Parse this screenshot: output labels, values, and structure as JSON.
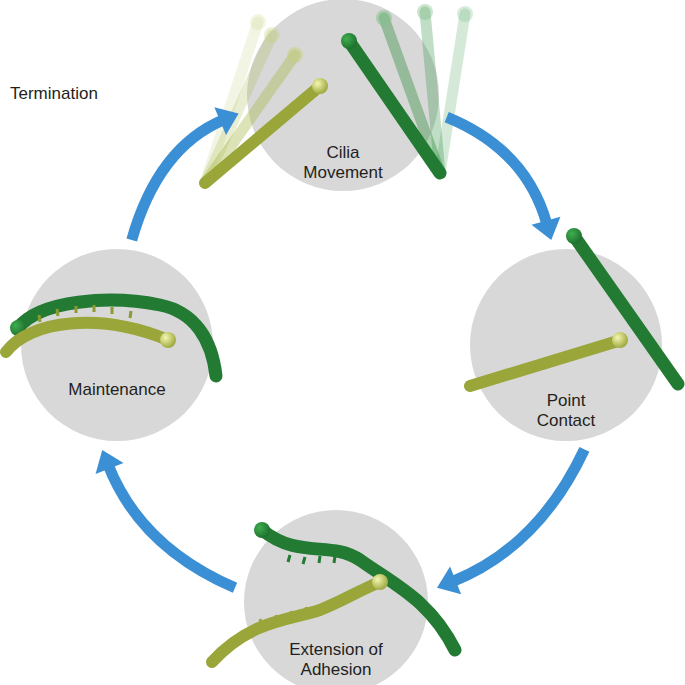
{
  "diagram": {
    "nodes": [
      {
        "text": [
          "Cilia Movement"
        ]
      },
      {
        "text": [
          "Point Contact"
        ]
      },
      {
        "text": [
          "Extension of Adhesion"
        ]
      },
      {
        "text": [
          "Maintenance"
        ]
      }
    ],
    "edges": [
      {
        "from": 0,
        "to": 1,
        "arrow": "to"
      },
      {
        "from": 1,
        "to": 2,
        "arrow": "to"
      },
      {
        "from": 2,
        "to": 3,
        "arrow": "to"
      },
      {
        "from": 3,
        "to": 0,
        "arrow": "to",
        "label": "Termination"
      }
    ]
  }
}
